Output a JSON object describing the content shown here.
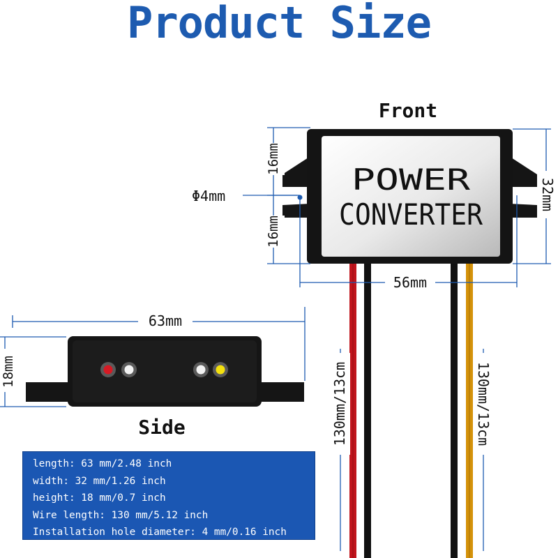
{
  "title": "Product Size",
  "front_label": "Front",
  "side_label": "Side",
  "device_text": {
    "line1": "POWER",
    "line2": "CONVERTER"
  },
  "dimensions": {
    "hole_top": "16mm",
    "hole_bottom": "16mm",
    "hole_diameter": "Φ4mm",
    "height_right": "32mm",
    "width_front": "56mm",
    "length_side": "63mm",
    "thickness_side": "18mm",
    "wire_left": "130mm/13cm",
    "wire_right": "130mm/13cm"
  },
  "specs": [
    "length: 63 mm/2.48 inch",
    "width: 32 mm/1.26 inch",
    "height: 18 mm/0.7 inch",
    "Wire length: 130 mm/5.12 inch",
    "Installation hole diameter: 4 mm/0.16 inch"
  ],
  "colors": {
    "title": "#1d5bb0",
    "dimension_line": "#1d5bb0",
    "spec_box": "#1b57b3",
    "wire_red": "#c0141c",
    "wire_black": "#111111",
    "wire_yellow": "#d4920a"
  }
}
